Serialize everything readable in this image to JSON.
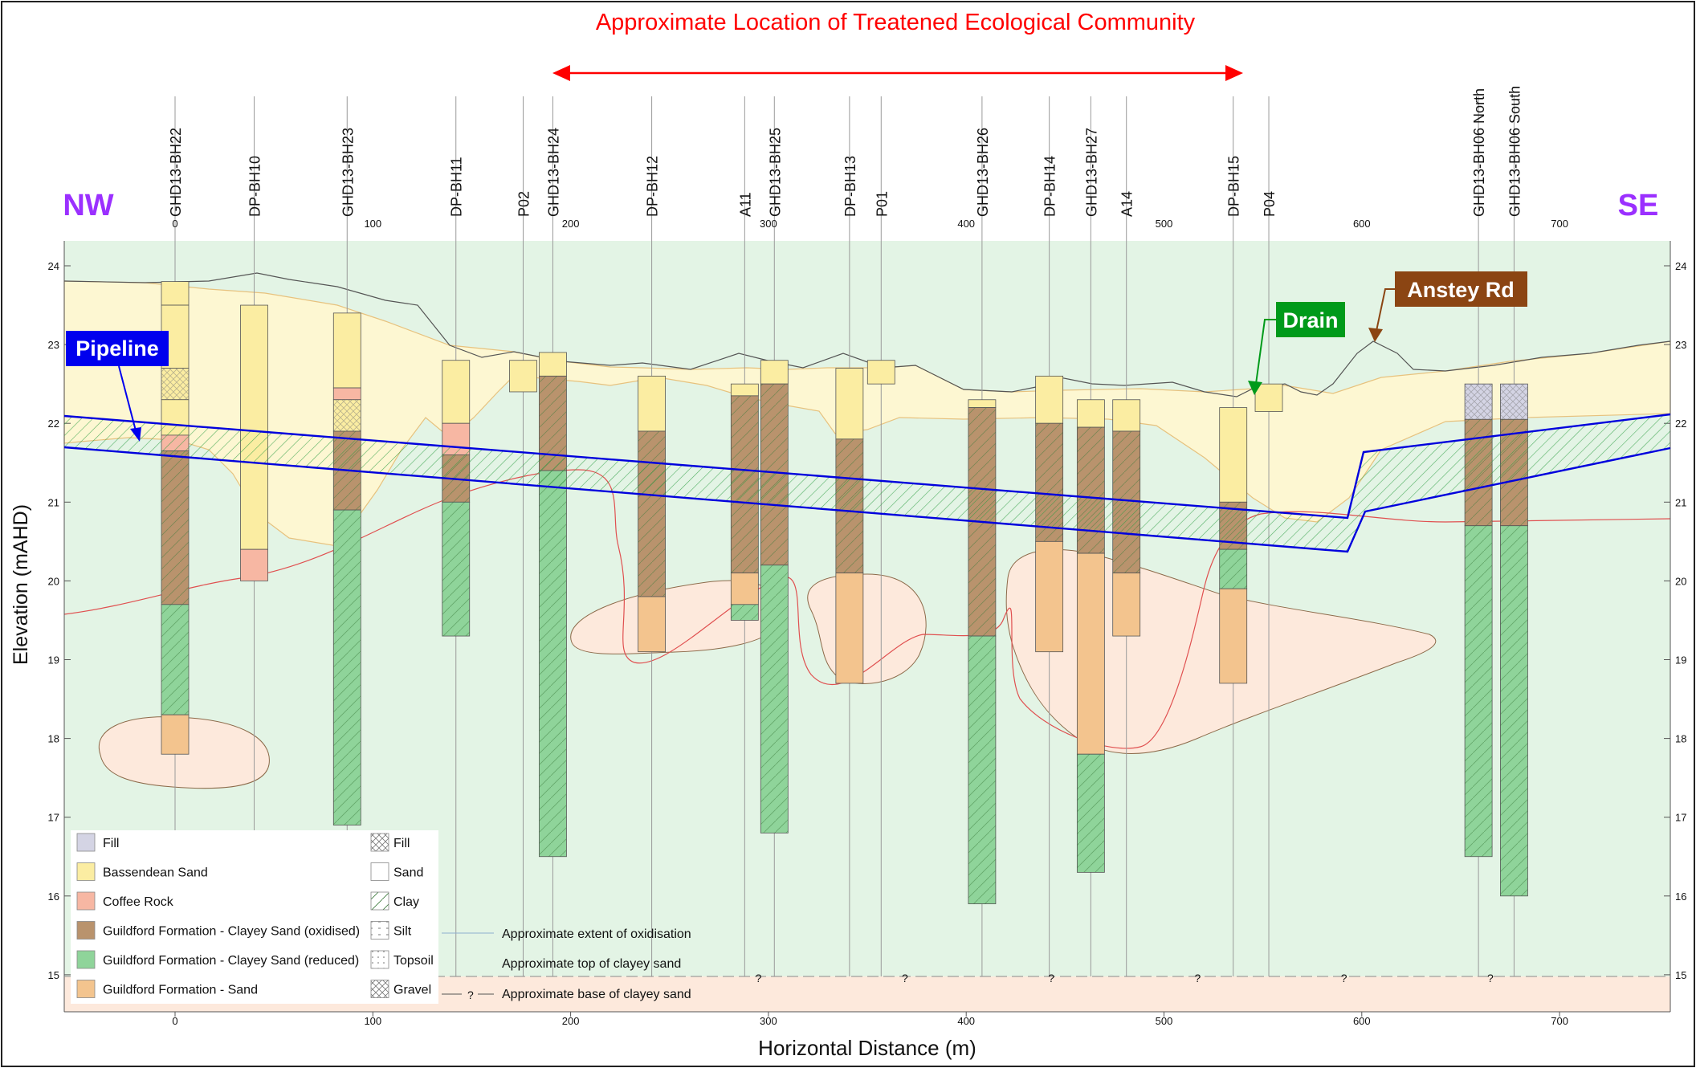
{
  "title": "Approximate Location of Treatened Ecological Community",
  "direction": {
    "left": "NW",
    "right": "SE"
  },
  "axes": {
    "x_label": "Horizontal Distance (m)",
    "y_label": "Elevation (mAHD)",
    "x_ticks": [
      "0",
      "100",
      "200",
      "300",
      "400",
      "500",
      "600",
      "700"
    ],
    "y_ticks": [
      "15",
      "16",
      "17",
      "18",
      "19",
      "20",
      "21",
      "22",
      "23",
      "24"
    ]
  },
  "callouts": {
    "pipeline": "Pipeline",
    "drain": "Drain",
    "road": "Anstey Rd"
  },
  "boreholes": [
    {
      "name": "GHD13-BH22",
      "x": 0,
      "layers": [
        [
          23.8,
          23.5,
          "sand"
        ],
        [
          23.5,
          22.7,
          "sand"
        ],
        [
          22.7,
          22.3,
          "sand_gravel"
        ],
        [
          22.3,
          21.85,
          "sand"
        ],
        [
          21.85,
          21.65,
          "coffee"
        ],
        [
          21.65,
          19.7,
          "oxidised"
        ],
        [
          19.7,
          18.3,
          "reduced"
        ],
        [
          18.3,
          17.8,
          "gsand"
        ]
      ]
    },
    {
      "name": "DP-BH10",
      "x": 40,
      "layers": [
        [
          23.5,
          20.4,
          "sand"
        ],
        [
          20.4,
          20.0,
          "coffee"
        ]
      ]
    },
    {
      "name": "GHD13-BH23",
      "x": 87,
      "layers": [
        [
          23.4,
          22.45,
          "sand"
        ],
        [
          22.45,
          22.3,
          "coffee"
        ],
        [
          22.3,
          21.9,
          "sand_gravel"
        ],
        [
          21.9,
          20.9,
          "oxidised"
        ],
        [
          20.9,
          16.9,
          "reduced"
        ]
      ]
    },
    {
      "name": "DP-BH11",
      "x": 142,
      "layers": [
        [
          22.8,
          22.0,
          "sand"
        ],
        [
          22.0,
          21.6,
          "coffee"
        ],
        [
          21.6,
          21.0,
          "oxidised"
        ],
        [
          21.0,
          19.3,
          "reduced"
        ]
      ]
    },
    {
      "name": "P02",
      "x": 176,
      "layers": [
        [
          22.8,
          22.4,
          "sand"
        ]
      ]
    },
    {
      "name": "GHD13-BH24",
      "x": 191,
      "layers": [
        [
          22.9,
          22.6,
          "sand"
        ],
        [
          22.6,
          21.4,
          "oxidised"
        ],
        [
          21.4,
          16.5,
          "reduced"
        ]
      ]
    },
    {
      "name": "DP-BH12",
      "x": 241,
      "layers": [
        [
          22.6,
          21.9,
          "sand"
        ],
        [
          21.9,
          19.8,
          "oxidised"
        ],
        [
          19.8,
          19.1,
          "gsand"
        ]
      ]
    },
    {
      "name": "A11",
      "x": 288,
      "layers": [
        [
          22.5,
          22.35,
          "sand"
        ],
        [
          22.35,
          20.1,
          "oxidised"
        ],
        [
          20.1,
          19.7,
          "gsand"
        ],
        [
          19.7,
          19.5,
          "reduced"
        ]
      ]
    },
    {
      "name": "GHD13-BH25",
      "x": 303,
      "layers": [
        [
          22.8,
          22.5,
          "sand"
        ],
        [
          22.5,
          20.2,
          "oxidised"
        ],
        [
          20.2,
          16.8,
          "reduced"
        ]
      ]
    },
    {
      "name": "DP-BH13",
      "x": 341,
      "layers": [
        [
          22.7,
          21.8,
          "sand"
        ],
        [
          21.8,
          20.1,
          "oxidised"
        ],
        [
          20.1,
          18.7,
          "gsand"
        ]
      ]
    },
    {
      "name": "P01",
      "x": 357,
      "layers": [
        [
          22.8,
          22.5,
          "sand"
        ]
      ]
    },
    {
      "name": "GHD13-BH26",
      "x": 408,
      "layers": [
        [
          22.3,
          22.2,
          "sand"
        ],
        [
          22.2,
          19.3,
          "oxidised"
        ],
        [
          19.3,
          15.9,
          "reduced"
        ]
      ]
    },
    {
      "name": "DP-BH14",
      "x": 442,
      "layers": [
        [
          22.6,
          22.0,
          "sand"
        ],
        [
          22.0,
          20.5,
          "oxidised"
        ],
        [
          20.5,
          19.1,
          "gsand"
        ]
      ]
    },
    {
      "name": "GHD13-BH27",
      "x": 463,
      "layers": [
        [
          22.3,
          21.95,
          "sand"
        ],
        [
          21.95,
          20.35,
          "oxidised"
        ],
        [
          20.35,
          17.8,
          "gsand"
        ],
        [
          17.8,
          16.3,
          "reduced"
        ]
      ]
    },
    {
      "name": "A14",
      "x": 481,
      "layers": [
        [
          22.3,
          21.9,
          "sand"
        ],
        [
          21.9,
          20.1,
          "oxidised"
        ],
        [
          20.1,
          19.3,
          "gsand"
        ]
      ]
    },
    {
      "name": "DP-BH15",
      "x": 535,
      "layers": [
        [
          22.2,
          21.0,
          "sand"
        ],
        [
          21.0,
          20.4,
          "oxidised"
        ],
        [
          20.4,
          19.9,
          "reduced"
        ],
        [
          19.9,
          18.7,
          "gsand"
        ]
      ]
    },
    {
      "name": "P04",
      "x": 553,
      "layers": [
        [
          22.5,
          22.15,
          "sand"
        ]
      ]
    },
    {
      "name": "GHD13-BH06 North",
      "x": 659,
      "layers": [
        [
          22.5,
          22.05,
          "fill"
        ],
        [
          22.05,
          20.7,
          "oxidised"
        ],
        [
          20.7,
          16.5,
          "reduced"
        ]
      ]
    },
    {
      "name": "GHD13-BH06 South",
      "x": 677,
      "layers": [
        [
          22.5,
          22.05,
          "fill"
        ],
        [
          22.05,
          20.7,
          "oxidised"
        ],
        [
          20.7,
          16.0,
          "reduced"
        ]
      ]
    }
  ],
  "legend": {
    "units": [
      {
        "label": "Fill",
        "color": "#d4d4e4"
      },
      {
        "label": "Bassendean Sand",
        "color": "#fbeda2"
      },
      {
        "label": "Coffee Rock",
        "color": "#f7b7a3"
      },
      {
        "label": "Guildford Formation - Clayey Sand (oxidised)",
        "color": "#b9936d"
      },
      {
        "label": "Guildford Formation - Clayey Sand (reduced)",
        "color": "#8fd49a"
      },
      {
        "label": "Guildford Formation - Sand",
        "color": "#f3c48e"
      }
    ],
    "patterns": [
      "Fill",
      "Sand",
      "Clay",
      "Silt",
      "Topsoil",
      "Gravel"
    ],
    "lines": [
      "Approximate extent of oxidisation",
      "Approximate top of clayey sand",
      "Approximate base of clayey sand"
    ]
  },
  "question_mark": "?",
  "colors": {
    "title": "#ff0000",
    "nw_se": "#9b30ff",
    "pipeline": "#0000ff",
    "drain": "#009900",
    "road": "#8b4513",
    "ground_fill": "#fdf7d2",
    "background_green": "#e3f4e5",
    "deep_sand": "#fde9dc"
  }
}
